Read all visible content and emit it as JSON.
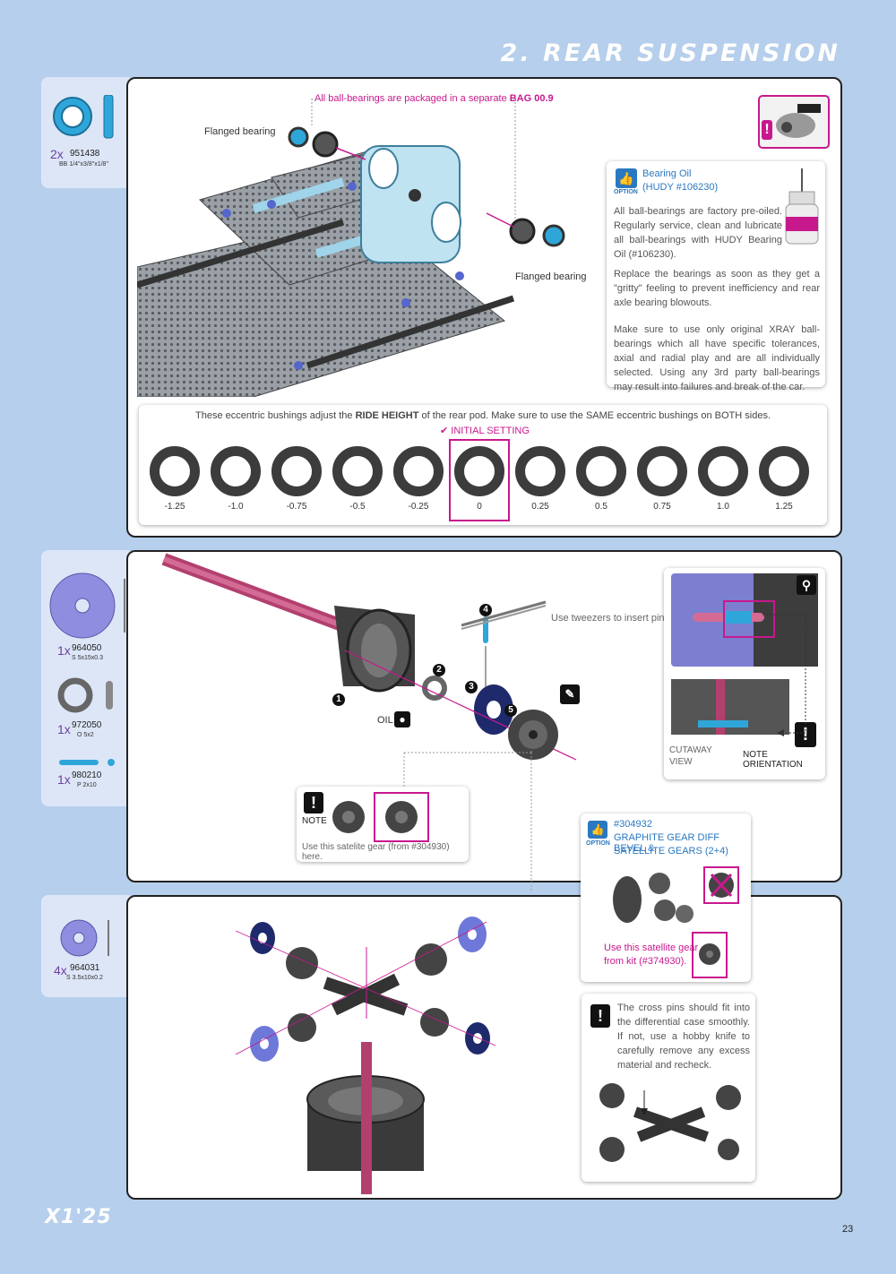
{
  "page": {
    "section_title": "2. REAR SUSPENSION",
    "brand": "X1'25",
    "page_number": "23"
  },
  "panel1": {
    "bag_note_prefix": "All ball-bearings are packaged in a separate",
    "bag_note_bag": "BAG 00.9",
    "flanged_bearing_left": "Flanged bearing",
    "flanged_bearing_right": "Flanged bearing",
    "parts": [
      {
        "qty": "2x",
        "number": "951438",
        "desc": "BB 1/4\"x3/8\"x1/8\""
      }
    ],
    "option_card": {
      "badge": "OPTION",
      "heading": "Bearing Oil",
      "subheading": "(HUDY #106230)",
      "p1": "All ball-bearings are factory pre-oiled. Regularly service, clean and lubricate all ball-bearings with HUDY Bearing Oil (#106230).",
      "p2": "Replace the bearings as soon as they get a \"gritty\" feeling to prevent inefficiency and rear axle bearing blowouts.",
      "p3": "Make sure to use only original XRAY ball-bearings which all have specific tolerances, axial and radial play and are all individually selected. Using any 3rd party ball-bearings may result into failures and break of the car."
    },
    "ride_height": {
      "text_before": "These eccentric bushings adjust the",
      "text_bold": "RIDE HEIGHT",
      "text_after": "of the rear pod.  Make sure to use the SAME eccentric bushings on BOTH sides.",
      "initial_setting": "INITIAL SETTING",
      "values": [
        "-1.25",
        "-1.0",
        "-0.75",
        "-0.5",
        "-0.25",
        "0",
        "0.25",
        "0.5",
        "0.75",
        "1.0",
        "1.25"
      ]
    }
  },
  "panel2": {
    "parts": [
      {
        "qty": "1x",
        "number": "964050",
        "desc": "S 5x15x0.3"
      },
      {
        "qty": "1x",
        "number": "972050",
        "desc": "O 5x2"
      },
      {
        "qty": "1x",
        "number": "980210",
        "desc": "P 2x10"
      }
    ],
    "step_numbers": [
      "1",
      "2",
      "3",
      "4",
      "5"
    ],
    "oil_label": "OIL",
    "tweezers_note": "Use tweezers to insert pin.",
    "cutaway_label_1": "CUTAWAY",
    "cutaway_label_2": "VIEW",
    "note_orientation": "NOTE ORIENTATION",
    "note_card": {
      "label": "NOTE",
      "text": "Use this satelite gear (from #304930) here."
    },
    "option_card": {
      "badge": "OPTION",
      "line1": "#304932",
      "line2": "GRAPHITE GEAR DIFF BEVEL &",
      "line3": "SATELLITE GEARS (2+4)",
      "kit_note_1": "Use this satellite gear",
      "kit_note_2": "from kit (#374930)."
    }
  },
  "panel3": {
    "parts": [
      {
        "qty": "4x",
        "number": "964031",
        "desc": "S 3.5x10x0.2"
      }
    ],
    "cross_pin_note": "The cross pins should fit into the differential case smoothly. If not, use a hobby knife to carefully remove any excess material and recheck."
  },
  "colors": {
    "background": "#b6cfec",
    "accent_magenta": "#c8188e",
    "bearing_blue": "#2fa6d9",
    "option_blue": "#2a78c0"
  }
}
